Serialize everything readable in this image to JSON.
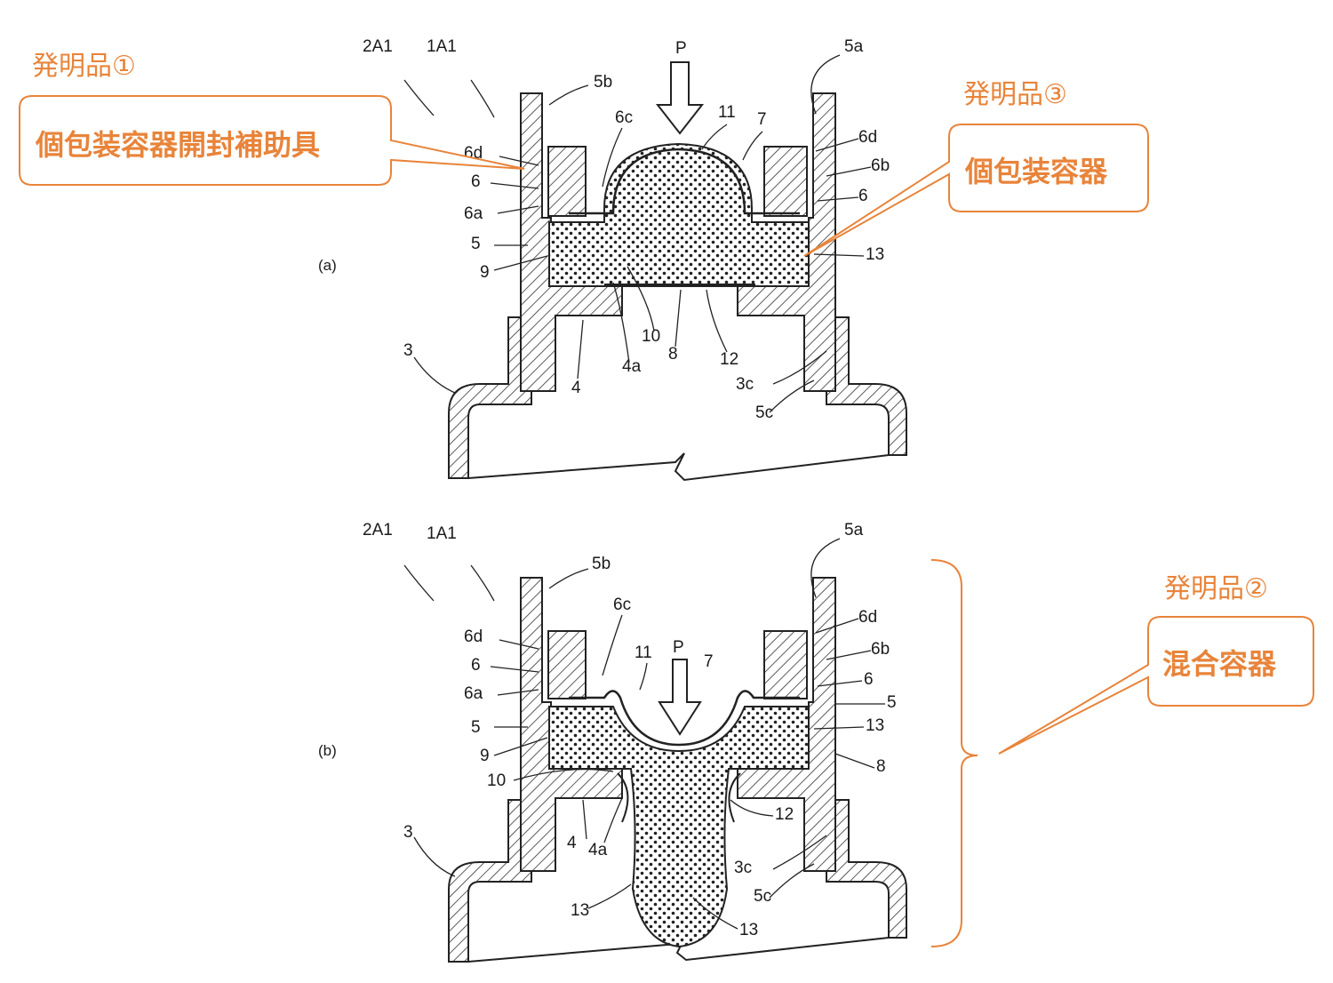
{
  "fig_a": {
    "label": "(a)",
    "refs": {
      "r2A1": "2A1",
      "r1A1": "1A1",
      "P": "P",
      "r5a": "5a",
      "r5b": "5b",
      "r6c": "6c",
      "r11": "11",
      "r7": "7",
      "r6d_l": "6d",
      "r6d_r": "6d",
      "r6b": "6b",
      "r6_l": "6",
      "r6_r": "6",
      "r6a": "6a",
      "r5": "5",
      "r9": "9",
      "r13": "13",
      "r10": "10",
      "r8": "8",
      "r12": "12",
      "r4a": "4a",
      "r4": "4",
      "r3": "3",
      "r3c": "3c",
      "r5c": "5c"
    }
  },
  "fig_b": {
    "label": "(b)",
    "refs": {
      "r2A1": "2A1",
      "r1A1": "1A1",
      "r5a": "5a",
      "r5b": "5b",
      "r6c": "6c",
      "r11": "11",
      "P": "P",
      "r7": "7",
      "r6d_l": "6d",
      "r6d_r": "6d",
      "r6b": "6b",
      "r6_l": "6",
      "r6_r": "6",
      "r6a": "6a",
      "r5_l": "5",
      "r5_r": "5",
      "r9": "9",
      "r13_r": "13",
      "r10": "10",
      "r8": "8",
      "r4": "4",
      "r4a": "4a",
      "r12": "12",
      "r3": "3",
      "r3c": "3c",
      "r5c": "5c",
      "r13_l": "13",
      "r13_b": "13"
    }
  },
  "annotations": {
    "invention1": {
      "heading": "発明品①",
      "box": "個包装容器開封補助具"
    },
    "invention3": {
      "heading": "発明品③",
      "box": "個包装容器"
    },
    "invention2": {
      "heading": "発明品②",
      "box": "混合容器"
    }
  },
  "colors": {
    "accent": "#e8843a",
    "ink": "#222222"
  }
}
